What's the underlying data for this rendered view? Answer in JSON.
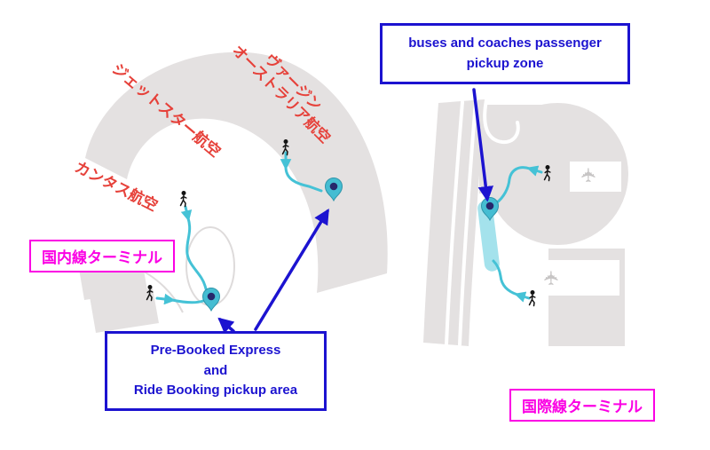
{
  "airlines": {
    "jetstar": "ジェットスター航空",
    "virgin_line1": "ヴァージン",
    "virgin_line2": "オーストラリア航空",
    "qantas": "カンタス航空"
  },
  "terminals": {
    "domestic": "国内線ターミナル",
    "international": "国際線ターミナル"
  },
  "callouts": {
    "buses": [
      "buses and coaches passenger",
      "pickup zone"
    ],
    "prebooked": [
      "Pre-Booked Express",
      "and",
      "Ride Booking pickup area"
    ]
  },
  "icons": {
    "airplane": "✈",
    "walker": "walking-person",
    "map_pin": "location-pin"
  },
  "colors": {
    "callout_blue": "#1c13d0",
    "terminal_magenta": "#fb00e4",
    "airline_red": "#e6413a",
    "path_cyan": "#45c2d6",
    "building_gray": "#e4e1e1"
  }
}
